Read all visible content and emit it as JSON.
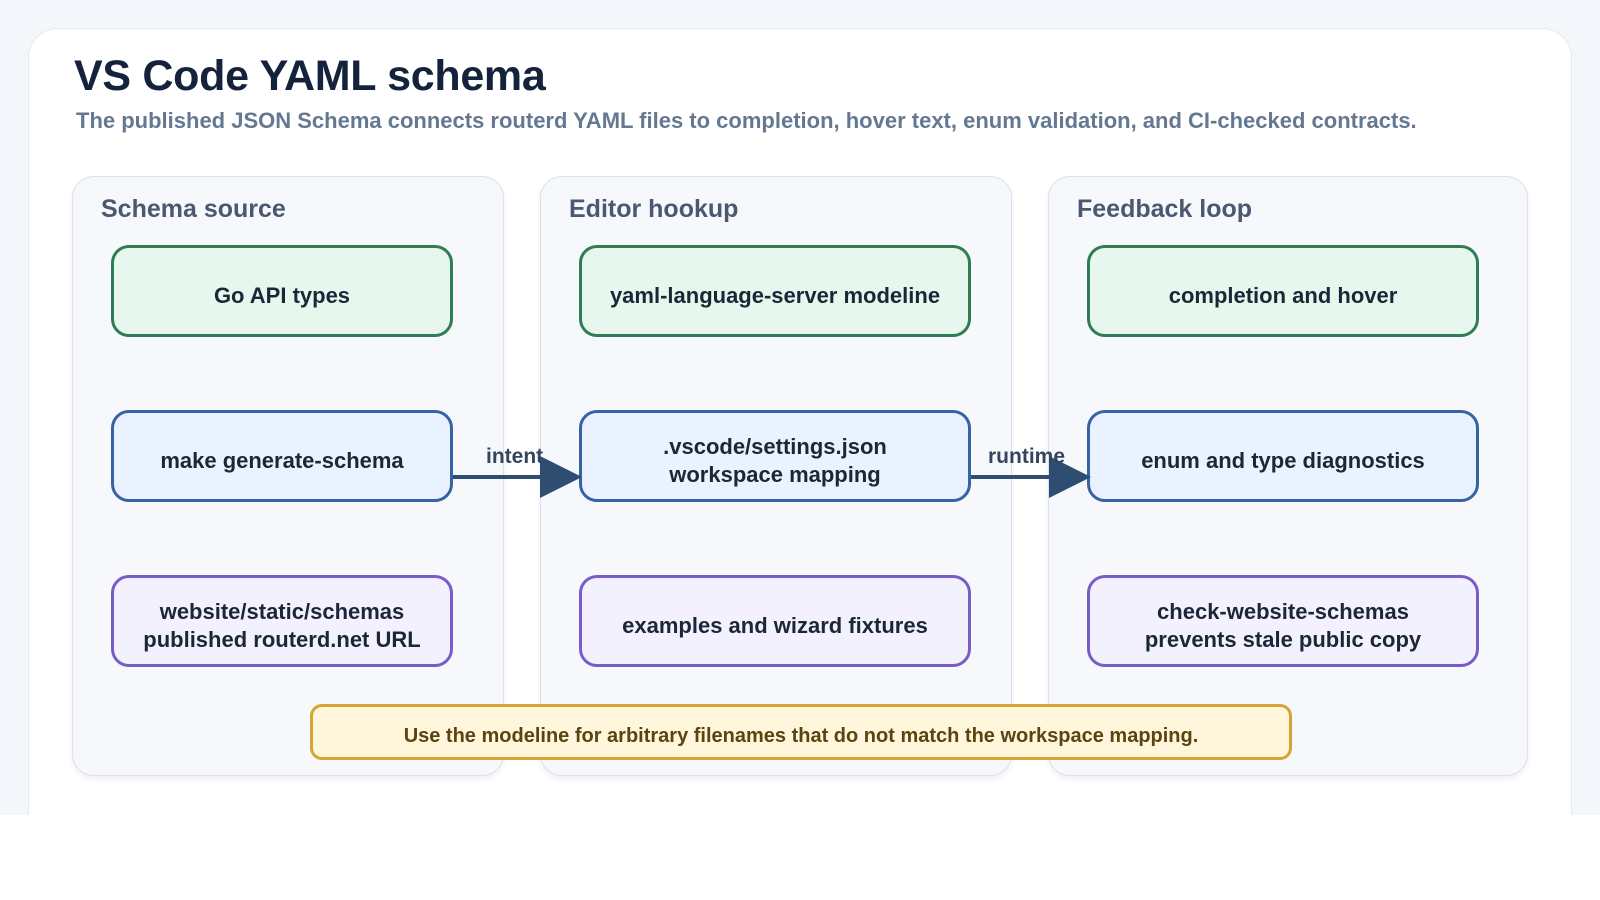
{
  "header": {
    "title": "VS Code YAML schema",
    "subtitle": "The published JSON Schema connects routerd YAML files to completion, hover text, enum validation, and CI-checked contracts."
  },
  "lanes": [
    {
      "title": "Schema source",
      "nodes": [
        {
          "lines": [
            "Go API types"
          ],
          "tone": "green"
        },
        {
          "lines": [
            "make generate-schema"
          ],
          "tone": "blue"
        },
        {
          "lines": [
            "website/static/schemas",
            "published routerd.net URL"
          ],
          "tone": "purple"
        }
      ]
    },
    {
      "title": "Editor hookup",
      "nodes": [
        {
          "lines": [
            "yaml-language-server modeline"
          ],
          "tone": "green"
        },
        {
          "lines": [
            ".vscode/settings.json",
            "workspace mapping"
          ],
          "tone": "blue"
        },
        {
          "lines": [
            "examples and wizard fixtures"
          ],
          "tone": "purple"
        }
      ]
    },
    {
      "title": "Feedback loop",
      "nodes": [
        {
          "lines": [
            "completion and hover"
          ],
          "tone": "green"
        },
        {
          "lines": [
            "enum and type diagnostics"
          ],
          "tone": "blue"
        },
        {
          "lines": [
            "check-website-schemas",
            "prevents stale public copy"
          ],
          "tone": "purple"
        }
      ]
    }
  ],
  "edges": [
    {
      "label": "intent"
    },
    {
      "label": "runtime"
    }
  ],
  "note": {
    "text": "Use the modeline for arbitrary filenames that do not match the workspace mapping."
  },
  "colors": {
    "green_border": "#2f7d52",
    "blue_border": "#3563a3",
    "purple_border": "#7a5cc9",
    "arrow": "#2f4d70",
    "note_border": "#d4a530"
  }
}
